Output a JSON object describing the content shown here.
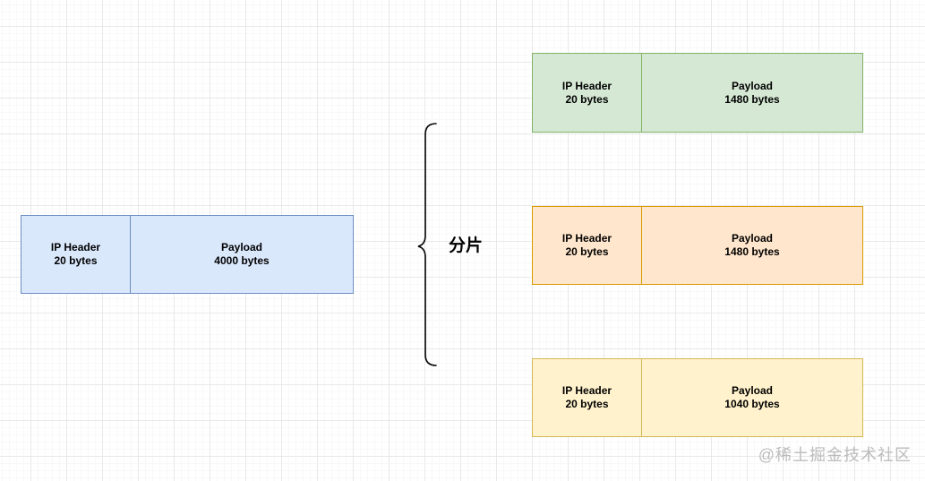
{
  "diagram": {
    "fragmentation_label": "分片",
    "brace_color": "#000000",
    "packets": [
      {
        "name": "original-datagram",
        "theme": "blue",
        "fill": "#dae8fc",
        "stroke": "#6c8ebf",
        "cells": [
          {
            "title": "IP Header",
            "size": "20 bytes"
          },
          {
            "title": "Payload",
            "size": "4000 bytes"
          }
        ]
      },
      {
        "name": "fragment-1",
        "theme": "green",
        "fill": "#d5e8d4",
        "stroke": "#82b366",
        "cells": [
          {
            "title": "IP Header",
            "size": "20 bytes"
          },
          {
            "title": "Payload",
            "size": "1480 bytes"
          }
        ]
      },
      {
        "name": "fragment-2",
        "theme": "orange",
        "fill": "#ffe6cc",
        "stroke": "#d79b00",
        "cells": [
          {
            "title": "IP Header",
            "size": "20 bytes"
          },
          {
            "title": "Payload",
            "size": "1480 bytes"
          }
        ]
      },
      {
        "name": "fragment-3",
        "theme": "yellow",
        "fill": "#fff2cc",
        "stroke": "#d6b656",
        "cells": [
          {
            "title": "IP Header",
            "size": "20 bytes"
          },
          {
            "title": "Payload",
            "size": "1040 bytes"
          }
        ]
      }
    ]
  },
  "page": {
    "watermark": "@稀土掘金技术社区"
  }
}
